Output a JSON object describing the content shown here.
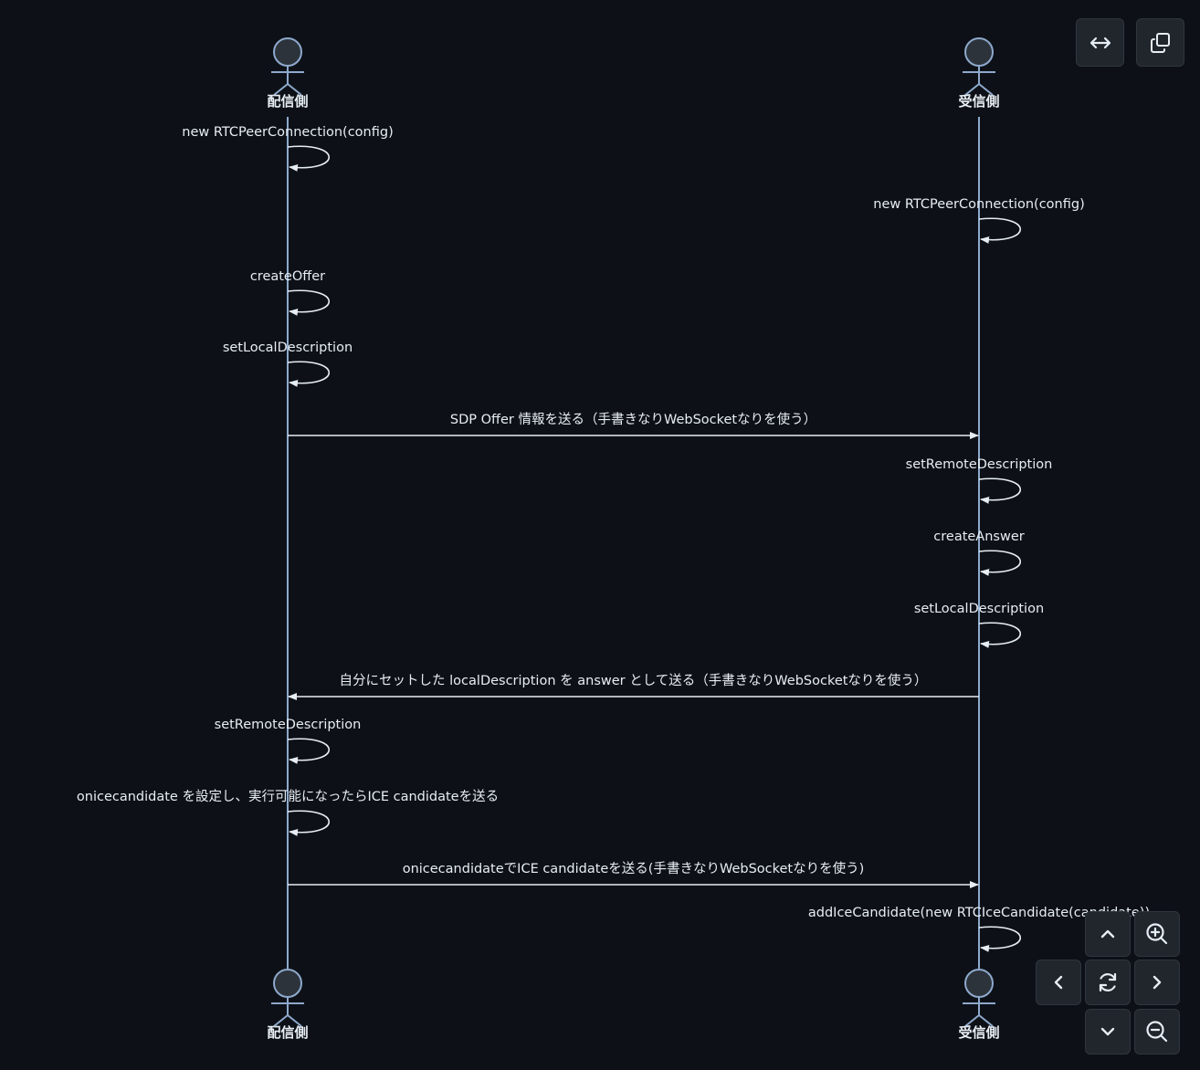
{
  "colors": {
    "background": "#0d1117",
    "line": "#8ea9cc",
    "text": "#e6edf3",
    "actor_fill": "#2d333b",
    "button_bg": "#21262d",
    "button_border": "#30363d",
    "icon": "#e6edf3"
  },
  "actors": [
    {
      "id": "sender",
      "label": "配信側"
    },
    {
      "id": "receiver",
      "label": "受信側"
    }
  ],
  "messages": [
    {
      "from": "sender",
      "to": "sender",
      "label": "new RTCPeerConnection(config)"
    },
    {
      "from": "receiver",
      "to": "receiver",
      "label": "new RTCPeerConnection(config)"
    },
    {
      "from": "sender",
      "to": "sender",
      "label": "createOffer"
    },
    {
      "from": "sender",
      "to": "sender",
      "label": "setLocalDescription"
    },
    {
      "from": "sender",
      "to": "receiver",
      "label": "SDP Offer 情報を送る（手書きなりWebSocketなりを使う）"
    },
    {
      "from": "receiver",
      "to": "receiver",
      "label": "setRemoteDescription"
    },
    {
      "from": "receiver",
      "to": "receiver",
      "label": "createAnswer"
    },
    {
      "from": "receiver",
      "to": "receiver",
      "label": "setLocalDescription"
    },
    {
      "from": "receiver",
      "to": "sender",
      "label": "自分にセットした localDescription を answer として送る（手書きなりWebSocketなりを使う）"
    },
    {
      "from": "sender",
      "to": "sender",
      "label": "setRemoteDescription"
    },
    {
      "from": "sender",
      "to": "sender",
      "label": "onicecandidate を設定し、実行可能になったらICE candidateを送る"
    },
    {
      "from": "sender",
      "to": "receiver",
      "label": "onicecandidateでICE candidateを送る(手書きなりWebSocketなりを使う)"
    },
    {
      "from": "receiver",
      "to": "receiver",
      "label": "addIceCandidate(new RTCIceCandidate(candidate))"
    }
  ],
  "controls": {
    "top": [
      {
        "name": "fit-width-button",
        "icon": "arrows-horizontal-icon"
      },
      {
        "name": "copy-button",
        "icon": "copy-icon"
      }
    ],
    "pad": [
      {
        "name": "pan-up-button",
        "icon": "chevron-up-icon"
      },
      {
        "name": "zoom-in-button",
        "icon": "zoom-in-icon"
      },
      {
        "name": "pan-left-button",
        "icon": "chevron-left-icon"
      },
      {
        "name": "reset-button",
        "icon": "refresh-icon"
      },
      {
        "name": "pan-right-button",
        "icon": "chevron-right-icon"
      },
      {
        "name": "pan-down-button",
        "icon": "chevron-down-icon"
      },
      {
        "name": "zoom-out-button",
        "icon": "zoom-out-icon"
      }
    ]
  }
}
